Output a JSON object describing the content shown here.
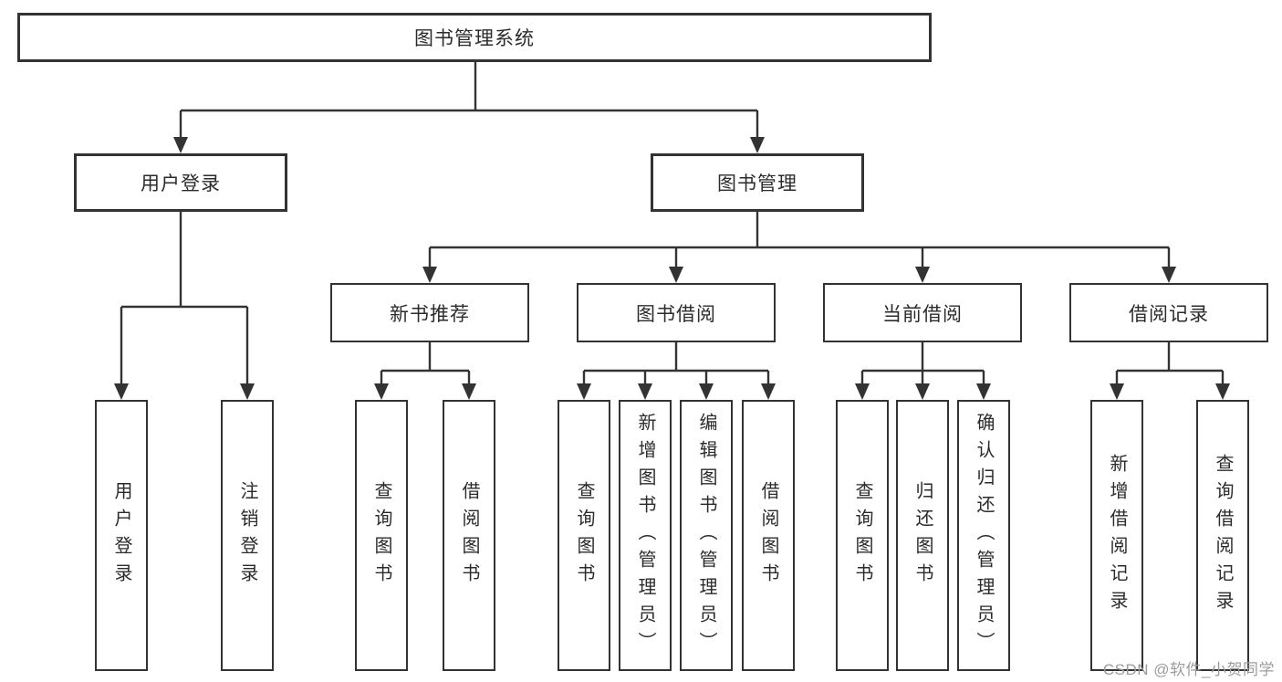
{
  "diagram": {
    "title": "图书管理系统",
    "branches": [
      {
        "label": "用户登录",
        "leaves": [
          "用户登录",
          "注销登录"
        ]
      },
      {
        "label": "图书管理",
        "groups": [
          {
            "label": "新书推荐",
            "leaves": [
              "查询图书",
              "借阅图书"
            ]
          },
          {
            "label": "图书借阅",
            "leaves": [
              "查询图书",
              "新增图书（管理员）",
              "编辑图书（管理员）",
              "借阅图书"
            ]
          },
          {
            "label": "当前借阅",
            "leaves": [
              "查询图书",
              "归还图书",
              "确认归还（管理员）"
            ]
          },
          {
            "label": "借阅记录",
            "leaves": [
              "新增借阅记录",
              "查询借阅记录"
            ]
          }
        ]
      }
    ]
  },
  "watermark": "CSDN @软件_小贺同学",
  "colors": {
    "line": "#333333",
    "text": "#2b2b2b",
    "background": "#ffffff",
    "watermark": "#9c9c9c"
  }
}
